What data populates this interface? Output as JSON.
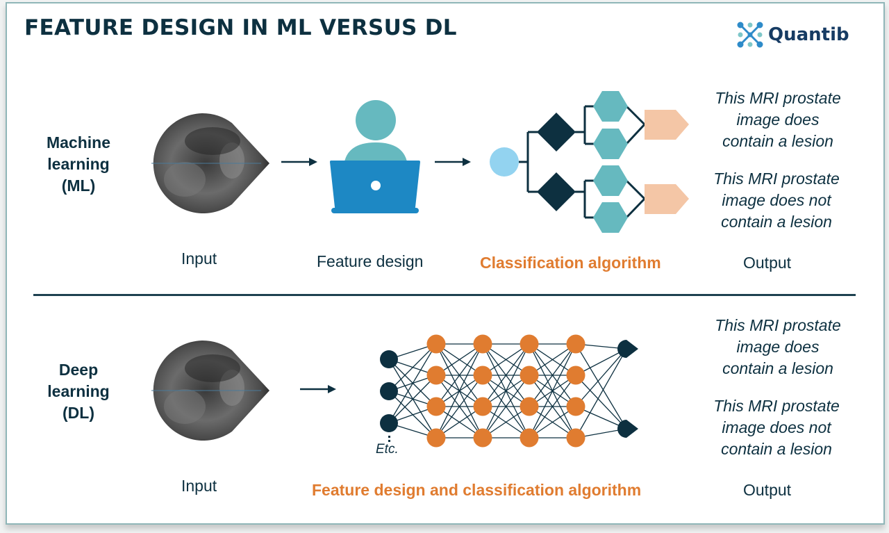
{
  "title": "FEATURE DESIGN IN ML VERSUS DL",
  "logo": {
    "name": "Quantib",
    "icon": "quantib-molecule-icon"
  },
  "colors": {
    "navy": "#0d3040",
    "teal": "#66b9bf",
    "laptop_blue": "#1d88c4",
    "light_blue": "#93d3f0",
    "orange": "#e07c30",
    "peach": "#f4c6a6"
  },
  "ml": {
    "label_lines": [
      "Machine",
      "learning",
      "(ML)"
    ],
    "captions": {
      "input": "Input",
      "feature_design": "Feature design",
      "algorithm": "Classification algorithm",
      "output": "Output"
    },
    "outputs": [
      {
        "lines": [
          "This MRI prostate",
          "image does",
          "contain a lesion"
        ]
      },
      {
        "lines": [
          "This MRI prostate",
          "image does not",
          "contain a lesion"
        ]
      }
    ]
  },
  "dl": {
    "label_lines": [
      "Deep",
      "learning",
      "(DL)"
    ],
    "captions": {
      "input": "Input",
      "algorithm": "Feature design and classification algorithm",
      "output": "Output"
    },
    "etc": "Etc.",
    "outputs": [
      {
        "lines": [
          "This MRI prostate",
          "image does",
          "contain a lesion"
        ]
      },
      {
        "lines": [
          "This MRI prostate",
          "image does not",
          "contain a lesion"
        ]
      }
    ],
    "network": {
      "input_nodes": 3,
      "hidden_layers": 4,
      "hidden_nodes_per_layer": 4,
      "output_nodes": 2
    }
  }
}
